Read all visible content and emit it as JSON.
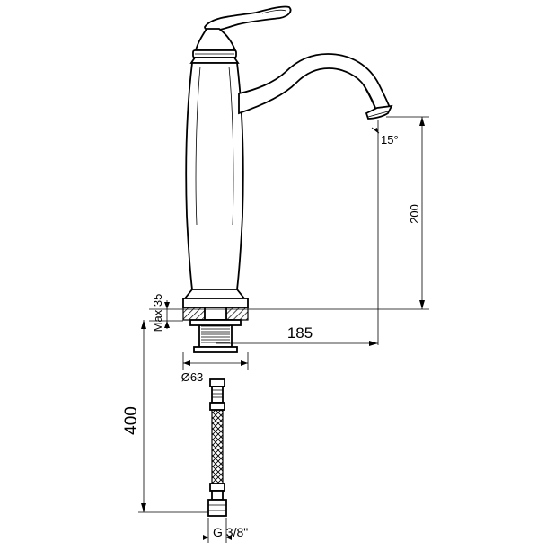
{
  "dimensions": {
    "spout_height": "200",
    "reach": "185",
    "deck_thickness": "Max 35",
    "base_diameter": "Ø63",
    "hose_length": "400",
    "hose_thread": "G 3/8\"",
    "spout_angle": "15°"
  },
  "colors": {
    "line": "#000000",
    "background": "#ffffff"
  }
}
